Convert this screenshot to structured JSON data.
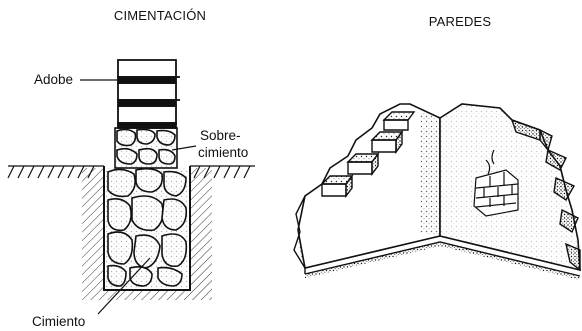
{
  "left_panel": {
    "title": "CIMENTACIÓN",
    "labels": {
      "adobe": "Adobe",
      "sobrecimiento_line1": "Sobre-",
      "sobrecimiento_line2": "cimiento",
      "cimiento": "Cimiento"
    }
  },
  "right_panel": {
    "title": "PAREDES"
  }
}
